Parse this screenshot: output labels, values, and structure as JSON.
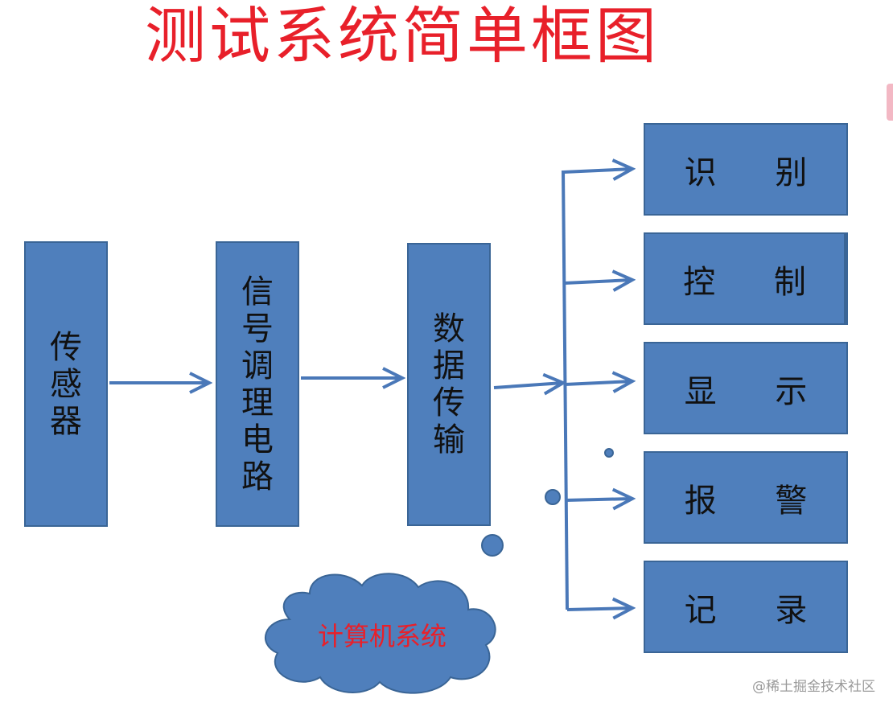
{
  "title": "测试系统简单框图",
  "blocks": {
    "sensor": [
      "传",
      "感",
      "器"
    ],
    "conditioning": [
      "信",
      "号",
      "调",
      "理",
      "电",
      "路"
    ],
    "transmission": [
      "数",
      "据",
      "传",
      "输"
    ]
  },
  "outputs": [
    "识 别",
    "控 制",
    "显 示",
    "报 警",
    "记 录"
  ],
  "cloud": "计算机系统",
  "watermark": "@稀土掘金技术社区",
  "colors": {
    "box_fill": "#4f7fbc",
    "box_border": "#3a6596",
    "arrow": "#4a78b8",
    "title": "#e8202a"
  }
}
